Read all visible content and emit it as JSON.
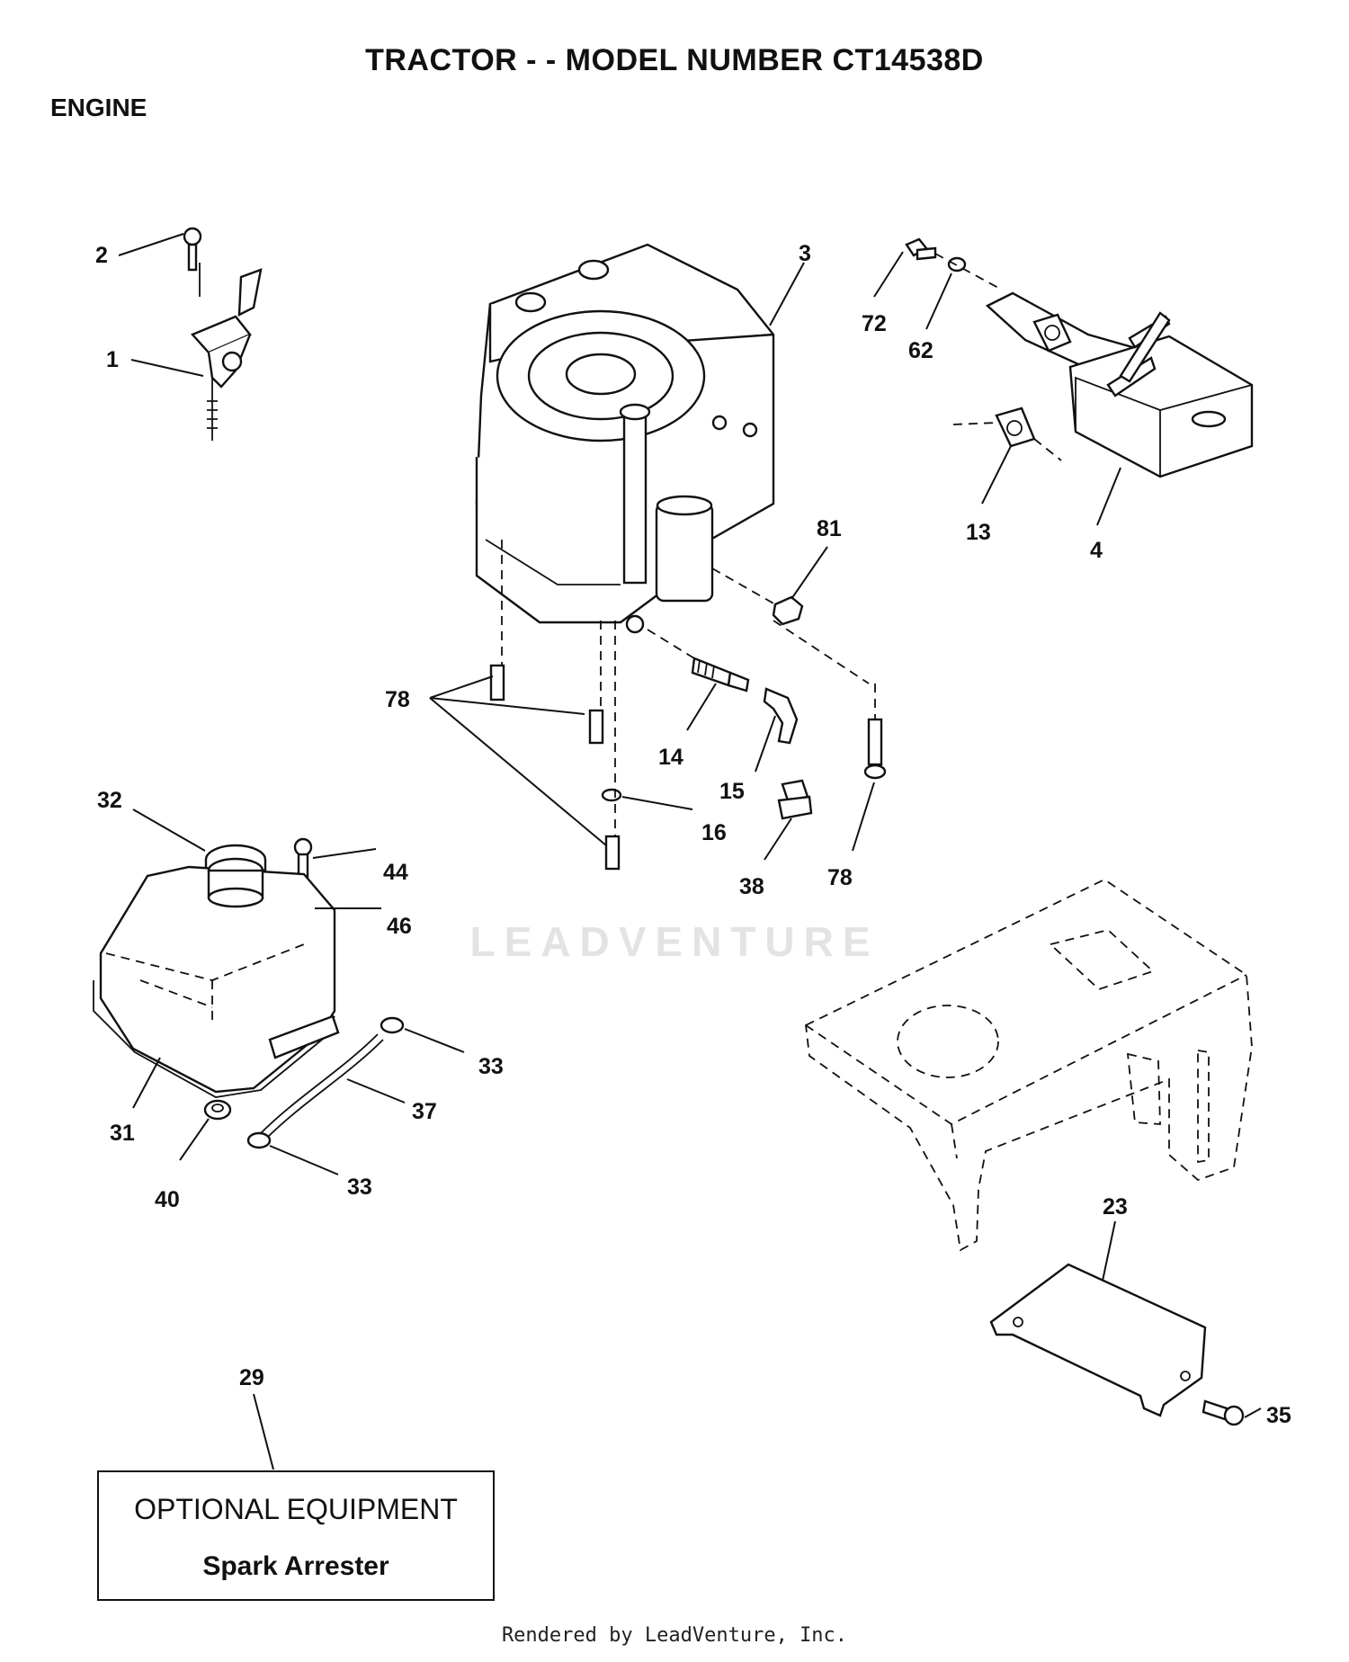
{
  "title": "TRACTOR - - MODEL NUMBER CT14538D",
  "section": "ENGINE",
  "callouts": [
    "2",
    "1",
    "3",
    "72",
    "62",
    "13",
    "4",
    "81",
    "78",
    "14",
    "15",
    "16",
    "38",
    "78",
    "32",
    "44",
    "46",
    "31",
    "33",
    "37",
    "40",
    "33",
    "23",
    "35",
    "29"
  ],
  "optional_box": {
    "line1": "OPTIONAL EQUIPMENT",
    "line2": "Spark Arrester"
  },
  "watermark": "LEADVENTURE",
  "footer": "Rendered by LeadVenture, Inc."
}
